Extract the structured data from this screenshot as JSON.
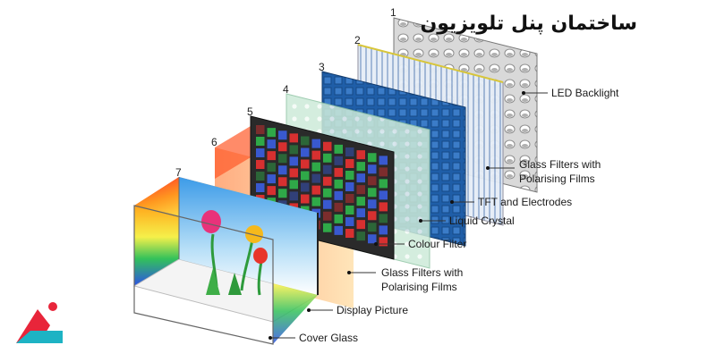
{
  "title": "ساختمان پنل تلویزیون",
  "layer_numbers": [
    "1",
    "2",
    "3",
    "4",
    "5",
    "6",
    "7"
  ],
  "labels": {
    "led_backlight": "LED Backlight",
    "glass_filters_back_1": "Glass Filters with",
    "glass_filters_back_2": "Polarising Films",
    "tft": "TFT and Electrodes",
    "liquid_crystal": "Liquid Crystal",
    "colour_filter": "Colour Filter",
    "glass_filters_front_1": "Glass Filters with",
    "glass_filters_front_2": "Polarising Films",
    "display_picture": "Display Picture",
    "cover_glass": "Cover Glass"
  },
  "colors": {
    "tft_blue": "#1f5ea8",
    "liquid_crystal": "#bfe3cf",
    "logo_red": "#e8253a",
    "logo_teal": "#1db3c4"
  },
  "icons": {
    "logo": "brand-logo-icon"
  }
}
